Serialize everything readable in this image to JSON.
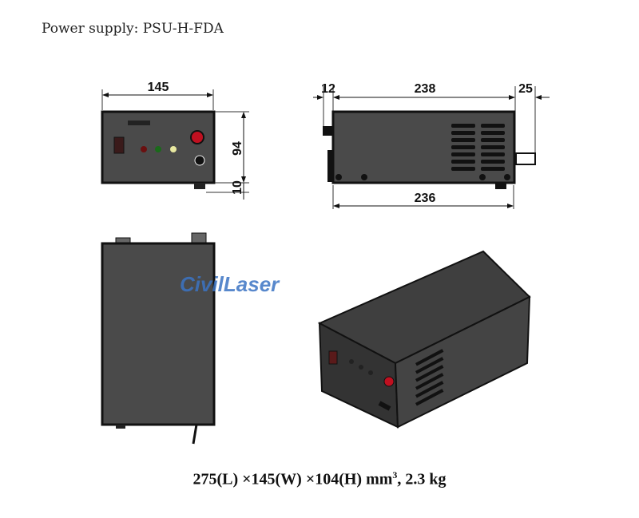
{
  "title": "Power supply: PSU-H-FDA",
  "dimensions": {
    "front_width": "145",
    "front_height": "94",
    "foot_height": "10",
    "side_front_protrusion": "12",
    "side_length": "238",
    "side_rear_protrusion": "25",
    "side_base_length": "236"
  },
  "watermark": "CivilLaser",
  "caption": {
    "main": "275(L) ×145(W) ×104(H) mm",
    "superscript": "3",
    "weight": ", 2.3 kg"
  }
}
